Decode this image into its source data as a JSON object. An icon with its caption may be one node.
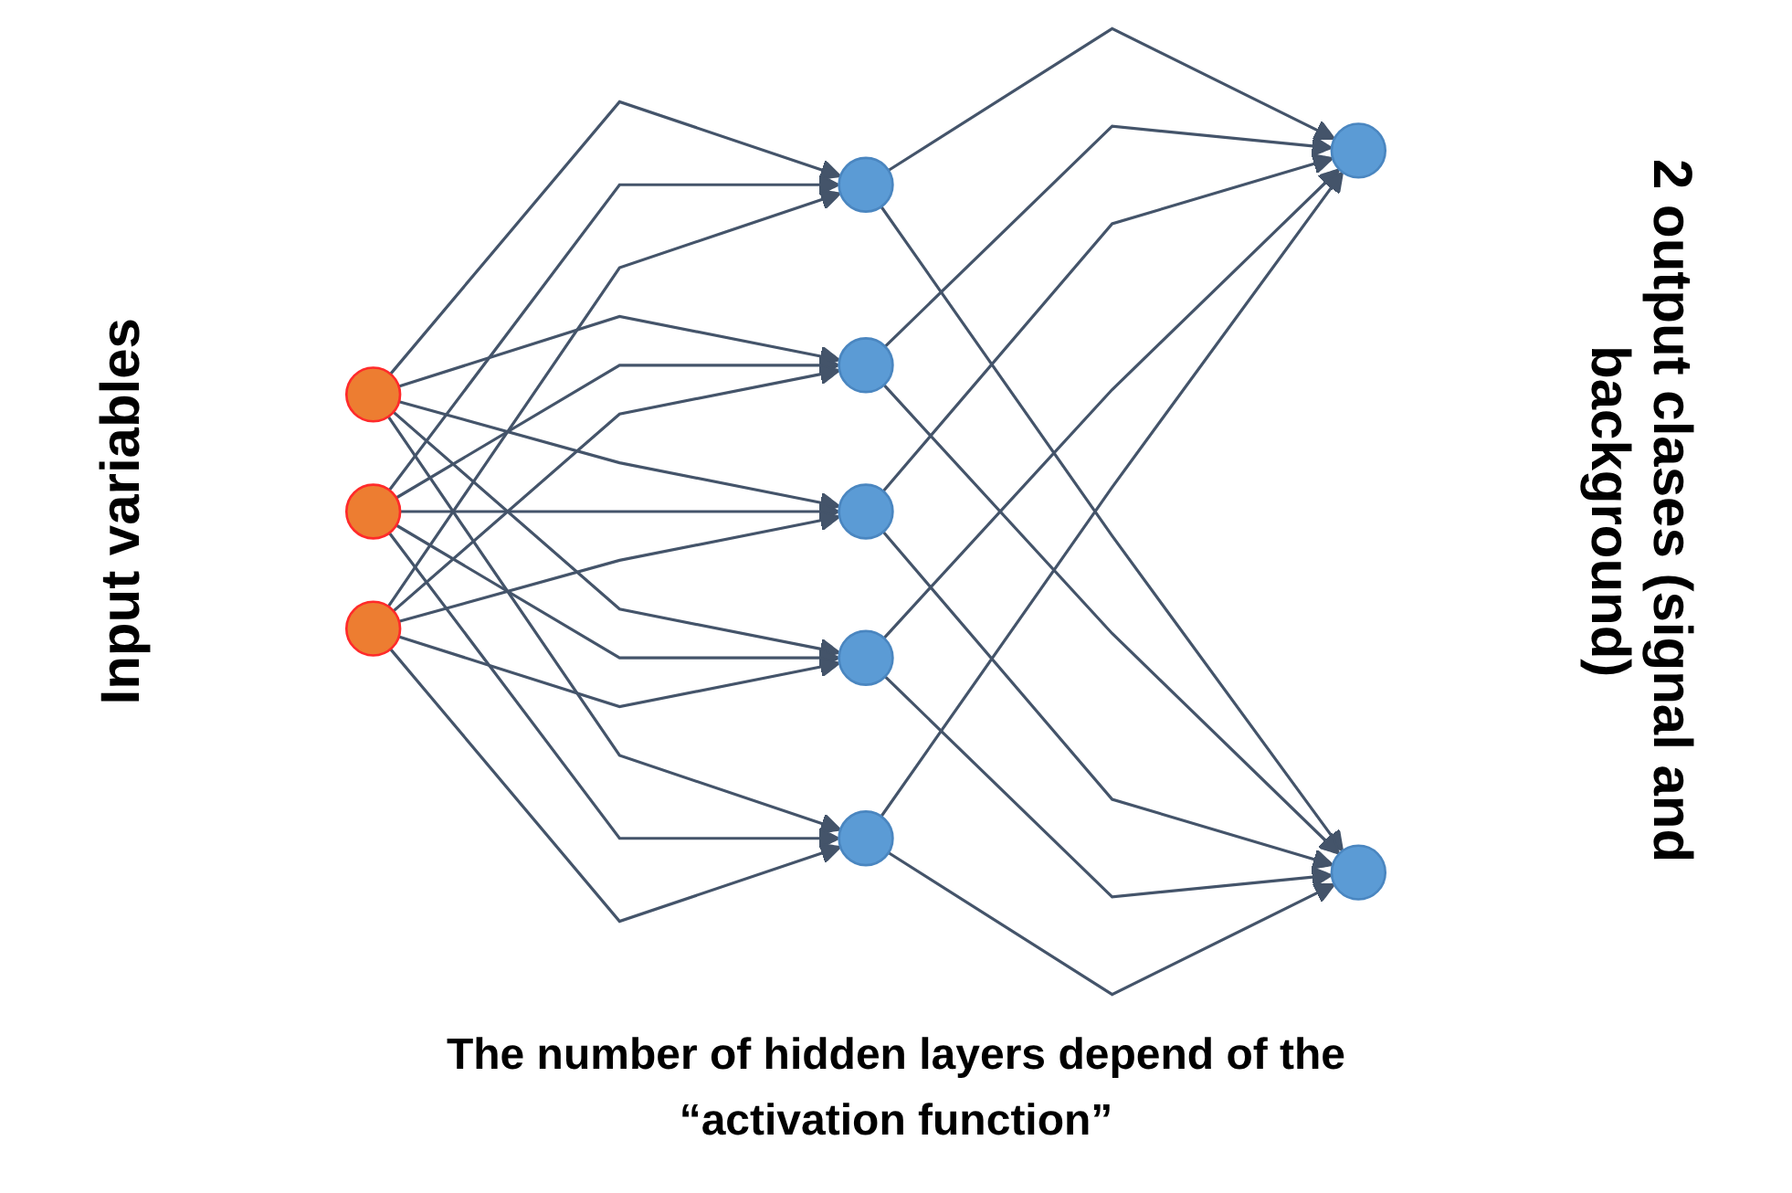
{
  "diagram": {
    "caption": "The number of hidden layers depend of the “activation function”",
    "nodes": [
      {
        "text": [],
        "shape": "circle"
      },
      {
        "text": [],
        "shape": "circle"
      },
      {
        "text": [],
        "shape": "circle"
      },
      {
        "text": [],
        "shape": "circle"
      },
      {
        "text": [],
        "shape": "circle"
      },
      {
        "text": [],
        "shape": "circle"
      },
      {
        "text": [],
        "shape": "circle"
      },
      {
        "text": [],
        "shape": "circle"
      },
      {
        "text": [],
        "shape": "circle"
      },
      {
        "text": [],
        "shape": "circle"
      }
    ],
    "edges": [
      {
        "from": 0,
        "to": 3,
        "arrow": "to"
      },
      {
        "from": 0,
        "to": 4,
        "arrow": "to"
      },
      {
        "from": 0,
        "to": 5,
        "arrow": "to"
      },
      {
        "from": 0,
        "to": 6,
        "arrow": "to"
      },
      {
        "from": 0,
        "to": 7,
        "arrow": "to"
      },
      {
        "from": 1,
        "to": 3,
        "arrow": "to"
      },
      {
        "from": 1,
        "to": 4,
        "arrow": "to"
      },
      {
        "from": 1,
        "to": 5,
        "arrow": "to"
      },
      {
        "from": 1,
        "to": 6,
        "arrow": "to"
      },
      {
        "from": 1,
        "to": 7,
        "arrow": "to"
      },
      {
        "from": 2,
        "to": 3,
        "arrow": "to"
      },
      {
        "from": 2,
        "to": 4,
        "arrow": "to"
      },
      {
        "from": 2,
        "to": 5,
        "arrow": "to"
      },
      {
        "from": 2,
        "to": 6,
        "arrow": "to"
      },
      {
        "from": 2,
        "to": 7,
        "arrow": "to"
      },
      {
        "from": 3,
        "to": 8,
        "arrow": "to"
      },
      {
        "from": 3,
        "to": 9,
        "arrow": "to"
      },
      {
        "from": 4,
        "to": 8,
        "arrow": "to"
      },
      {
        "from": 4,
        "to": 9,
        "arrow": "to"
      },
      {
        "from": 5,
        "to": 8,
        "arrow": "to"
      },
      {
        "from": 5,
        "to": 9,
        "arrow": "to"
      },
      {
        "from": 6,
        "to": 8,
        "arrow": "to"
      },
      {
        "from": 6,
        "to": 9,
        "arrow": "to"
      },
      {
        "from": 7,
        "to": 8,
        "arrow": "to"
      },
      {
        "from": 7,
        "to": 9,
        "arrow": "to"
      }
    ],
    "labels": [
      "Input variables",
      "2 output clases (signal and background)"
    ]
  }
}
